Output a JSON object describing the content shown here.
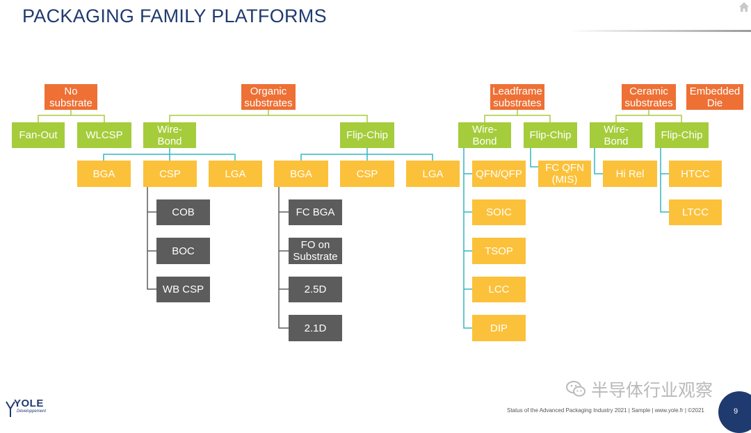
{
  "slide": {
    "title": "PACKAGING FAMILY PLATFORMS",
    "footer": "Status of the Advanced Packaging Industry 2021 | Sample | www.yole.fr | ©2021",
    "page_number": "9",
    "watermark": "半导体行业观察",
    "logo": {
      "main": "YOLE",
      "sub": "Développement"
    }
  },
  "colors": {
    "title": "#1f3a6e",
    "substrate": "#ee7034",
    "interconnect": "#a5cc3b",
    "package": "#fcc13a",
    "sub_package": "#5c5c5c",
    "connector_lime": "#a5cc3b",
    "connector_teal": "#34b5c4",
    "connector_gray": "#5c5c5c"
  },
  "tree": {
    "substrates": {
      "no_substrate": "No\nsubstrate",
      "organic": "Organic\nsubstrates",
      "leadframe": "Leadframe\nsubstrates",
      "ceramic": "Ceramic\nsubstrates",
      "embedded_die": "Embedded\nDie"
    },
    "no_substrate_children": [
      "Fan-Out",
      "WLCSP"
    ],
    "organic": {
      "wire_bond": "Wire-\nBond",
      "flip_chip": "Flip-Chip",
      "wb_packages": [
        "BGA",
        "CSP",
        "LGA"
      ],
      "wb_csp_types": [
        "COB",
        "BOC",
        "WB CSP"
      ],
      "fc_packages": [
        "BGA",
        "CSP",
        "LGA"
      ],
      "fc_bga_types": [
        "FC BGA",
        "FO on\nSubstrate",
        "2.5D",
        "2.1D"
      ]
    },
    "leadframe": {
      "wire_bond": "Wire-\nBond",
      "flip_chip": "Flip-Chip",
      "wb_packages": [
        "QFN/QFP",
        "SOIC",
        "TSOP",
        "LCC",
        "DIP"
      ],
      "fc_packages": [
        "FC QFN\n(MIS)"
      ]
    },
    "ceramic": {
      "wire_bond": "Wire-\nBond",
      "flip_chip": "Flip-Chip",
      "wb_packages": [
        "Hi Rel"
      ],
      "fc_packages": [
        "HTCC",
        "LTCC"
      ]
    }
  },
  "icons": {
    "home": "home-icon",
    "watermark": "wechat-icon"
  }
}
